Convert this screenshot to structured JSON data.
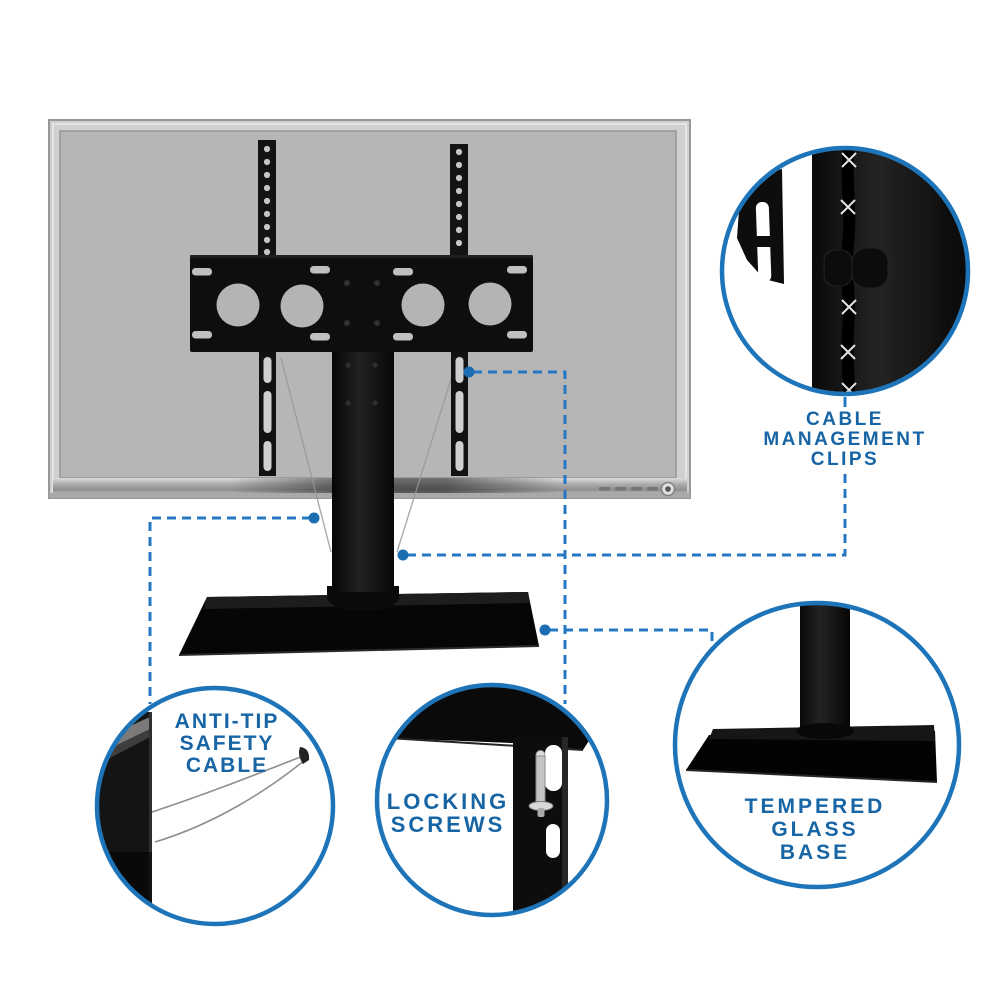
{
  "colors": {
    "accent_blue_ring": "#1e74b8",
    "connector_blue": "#2478c1",
    "label_blue": "#1765a4",
    "background": "#ffffff"
  },
  "callouts": [
    {
      "id": "cable-management-clips",
      "label_lines": [
        "CABLE",
        "MANAGEMENT",
        "CLIPS"
      ]
    },
    {
      "id": "anti-tip-safety-cable",
      "label_lines": [
        "ANTI-TIP",
        "SAFETY",
        "CABLE"
      ]
    },
    {
      "id": "locking-screws",
      "label_lines": [
        "LOCKING",
        "SCREWS"
      ]
    },
    {
      "id": "tempered-glass-base",
      "label_lines": [
        "TEMPERED",
        "GLASS",
        "BASE"
      ]
    }
  ]
}
